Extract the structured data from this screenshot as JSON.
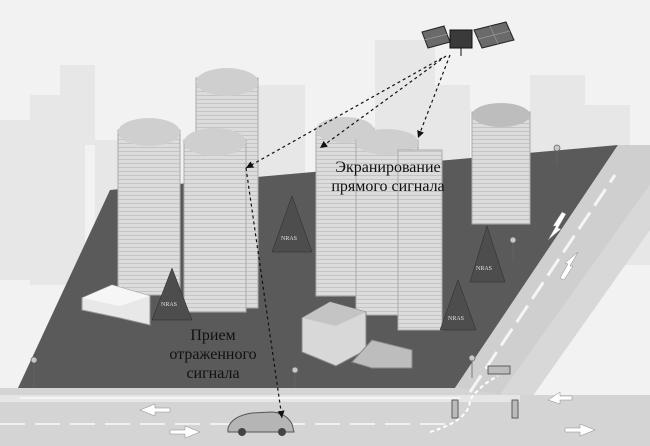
{
  "labels": {
    "direct_signal_shielding": [
      "Экранирование",
      "прямого сигнала"
    ],
    "reflected_signal_reception": [
      "Прием",
      "отраженного",
      "сигнала"
    ]
  },
  "tree_marking": "NRAS",
  "colors": {
    "sky": "#f2f2f2",
    "background_city": "#e6e6e6",
    "ground": "#5a5a5a",
    "building_light": "#dedede",
    "building_shade": "#c9c9c9",
    "road": "#d2d2d2",
    "tree": "#555555",
    "signal_line": "#111111"
  }
}
